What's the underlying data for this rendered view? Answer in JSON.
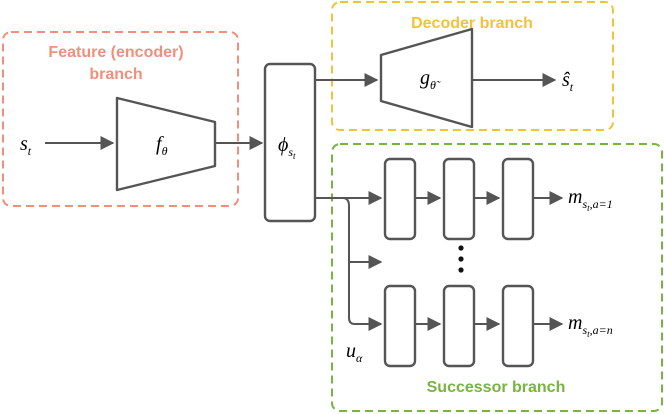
{
  "diagram": {
    "branches": {
      "encoder": {
        "title_line1": "Feature (encoder)",
        "title_line2": "branch",
        "color": "#f0907c"
      },
      "decoder": {
        "title": "Decoder branch",
        "color": "#f2c23c"
      },
      "successor": {
        "title": "Successor branch",
        "color": "#78b442"
      }
    },
    "stroke_color": "#555555",
    "symbols": {
      "input": {
        "base": "s",
        "sub": "t"
      },
      "encoder": {
        "base": "f",
        "sub": "θ"
      },
      "feature": {
        "base": "ϕ",
        "sub": "s",
        "subsub": "t"
      },
      "decoder": {
        "base": "g",
        "sub": "θ̃"
      },
      "output": {
        "base": "ŝ",
        "sub": "t"
      },
      "successor_1": {
        "base": "m",
        "sub": "s",
        "subsub": "t",
        "sub_rest": ",a=1"
      },
      "successor_n": {
        "base": "m",
        "sub": "s",
        "subsub": "t",
        "sub_rest": ",a=n"
      },
      "u": {
        "base": "u",
        "sub": "α"
      }
    }
  }
}
